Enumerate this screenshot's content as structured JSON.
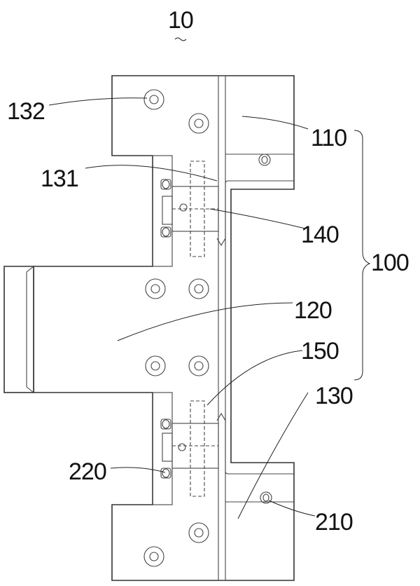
{
  "figure": {
    "figure_number": "10",
    "labels": {
      "upper_part": "110",
      "middle_part": "120",
      "lower_part": "130",
      "slot": "131",
      "mount_hole": "132",
      "upper_pin": "140",
      "lower_pin": "150",
      "assembly": "100",
      "lower_screw": "210",
      "set_screw": "220"
    }
  }
}
